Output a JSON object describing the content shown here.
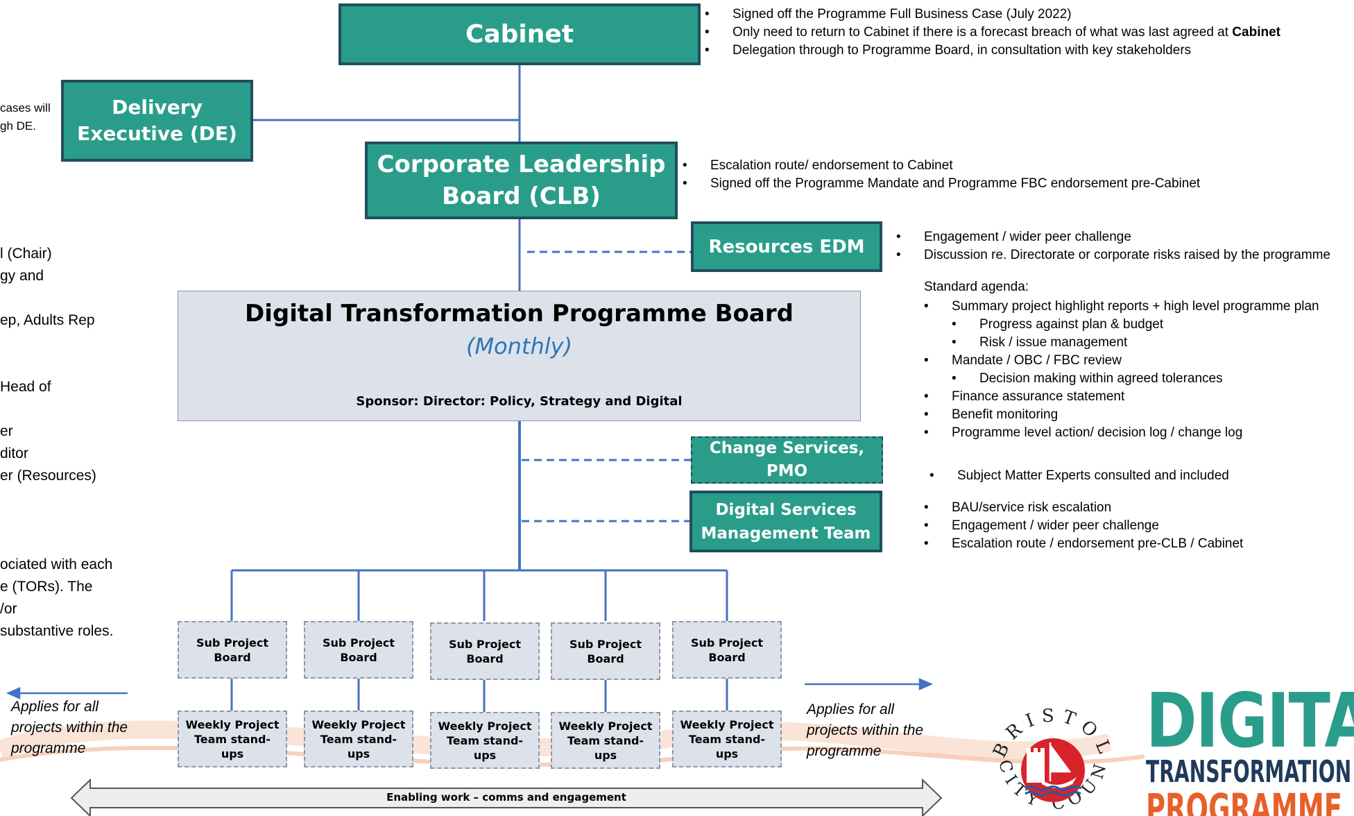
{
  "boxes": {
    "cabinet": "Cabinet",
    "delivery_line1": "Delivery",
    "delivery_line2": "Executive (DE)",
    "clb_line1": "Corporate Leadership",
    "clb_line2": "Board (CLB)",
    "resources_edm": "Resources EDM",
    "programme_board_title": "Digital Transformation Programme Board",
    "programme_board_freq": "(Monthly)",
    "programme_board_sponsor": "Sponsor: Director: Policy, Strategy and Digital",
    "change_services_line1": "Change Services,",
    "change_services_line2": "PMO",
    "dsmt_line1": "Digital Services",
    "dsmt_line2": "Management Team"
  },
  "sub_projects": [
    {
      "board_line1": "Sub Project",
      "board_line2": "Board",
      "standup_line1": "Weekly Project",
      "standup_line2": "Team stand-",
      "standup_line3": "ups"
    },
    {
      "board_line1": "Sub Project",
      "board_line2": "Board",
      "standup_line1": "Weekly Project",
      "standup_line2": "Team stand-",
      "standup_line3": "ups"
    },
    {
      "board_line1": "Sub Project",
      "board_line2": "Board",
      "standup_line1": "Weekly Project",
      "standup_line2": "Team stand-",
      "standup_line3": "ups"
    },
    {
      "board_line1": "Sub Project",
      "board_line2": "Board",
      "standup_line1": "Weekly Project",
      "standup_line2": "Team stand-",
      "standup_line3": "ups"
    },
    {
      "board_line1": "Sub Project",
      "board_line2": "Board",
      "standup_line1": "Weekly Project",
      "standup_line2": "Team stand-",
      "standup_line3": "ups"
    }
  ],
  "cabinet_notes": {
    "b1": "Signed off the Programme Full Business Case (July 2022)",
    "b2_prefix": "Only need to return to Cabinet if there is a forecast breach of what was last agreed at ",
    "b2_bold": "Cabinet",
    "b3": "Delegation through to Programme Board, in consultation with key stakeholders"
  },
  "clb_notes": [
    "Escalation route/ endorsement to Cabinet",
    "Signed off the Programme Mandate and Programme FBC endorsement pre-Cabinet"
  ],
  "edm_notes": [
    "Engagement / wider peer challenge",
    "Discussion re. Directorate or corporate risks raised by the programme"
  ],
  "agenda": {
    "heading": "Standard agenda:",
    "items": [
      {
        "text": "Summary project highlight reports + high level programme plan",
        "level": 1
      },
      {
        "text": "Progress against plan & budget",
        "level": 2
      },
      {
        "text": "Risk / issue management",
        "level": 2
      },
      {
        "text": "Mandate / OBC / FBC review",
        "level": 1
      },
      {
        "text": "Decision making within agreed tolerances",
        "level": 2
      },
      {
        "text": "Finance assurance statement",
        "level": 1
      },
      {
        "text": "Benefit monitoring",
        "level": 1
      },
      {
        "text": "Programme level action/ decision log / change log",
        "level": 1
      }
    ]
  },
  "change_notes": [
    "Subject Matter Experts consulted and included"
  ],
  "dsmt_notes": [
    "BAU/service risk escalation",
    "Engagement / wider peer challenge",
    "Escalation route / endorsement pre-CLB / Cabinet"
  ],
  "left_fragments": {
    "f1": "cases will",
    "f2": "gh DE.",
    "f3": "l (Chair)",
    "f4": "gy and",
    "f5": "ep, Adults Rep",
    "f6": "Head of",
    "f7": "er",
    "f8": "ditor",
    "f9": "er (Resources)",
    "f10": "ociated with each",
    "f11": "e (TORs). The",
    "f12": "/or",
    "f13": "substantive roles."
  },
  "applies_note": {
    "line1": "Applies for all",
    "line2": "projects within the",
    "line3": "programme"
  },
  "enabling_work": "Enabling work – comms and engagement",
  "logo": {
    "council_top": "BRISTOL",
    "council_bottom": "CITY COUNCIL",
    "word1": "DIGITAL",
    "word2": "TRANSFORMATION",
    "word3": "PROGRAMME"
  },
  "colors": {
    "teal": "#2a9d8a",
    "border": "#1f4e5f",
    "connector": "#4472c4",
    "board_fill": "#dde2ea",
    "monthly": "#2e75b6",
    "logo_teal": "#2a9d8a",
    "logo_orange": "#e85f2a"
  }
}
